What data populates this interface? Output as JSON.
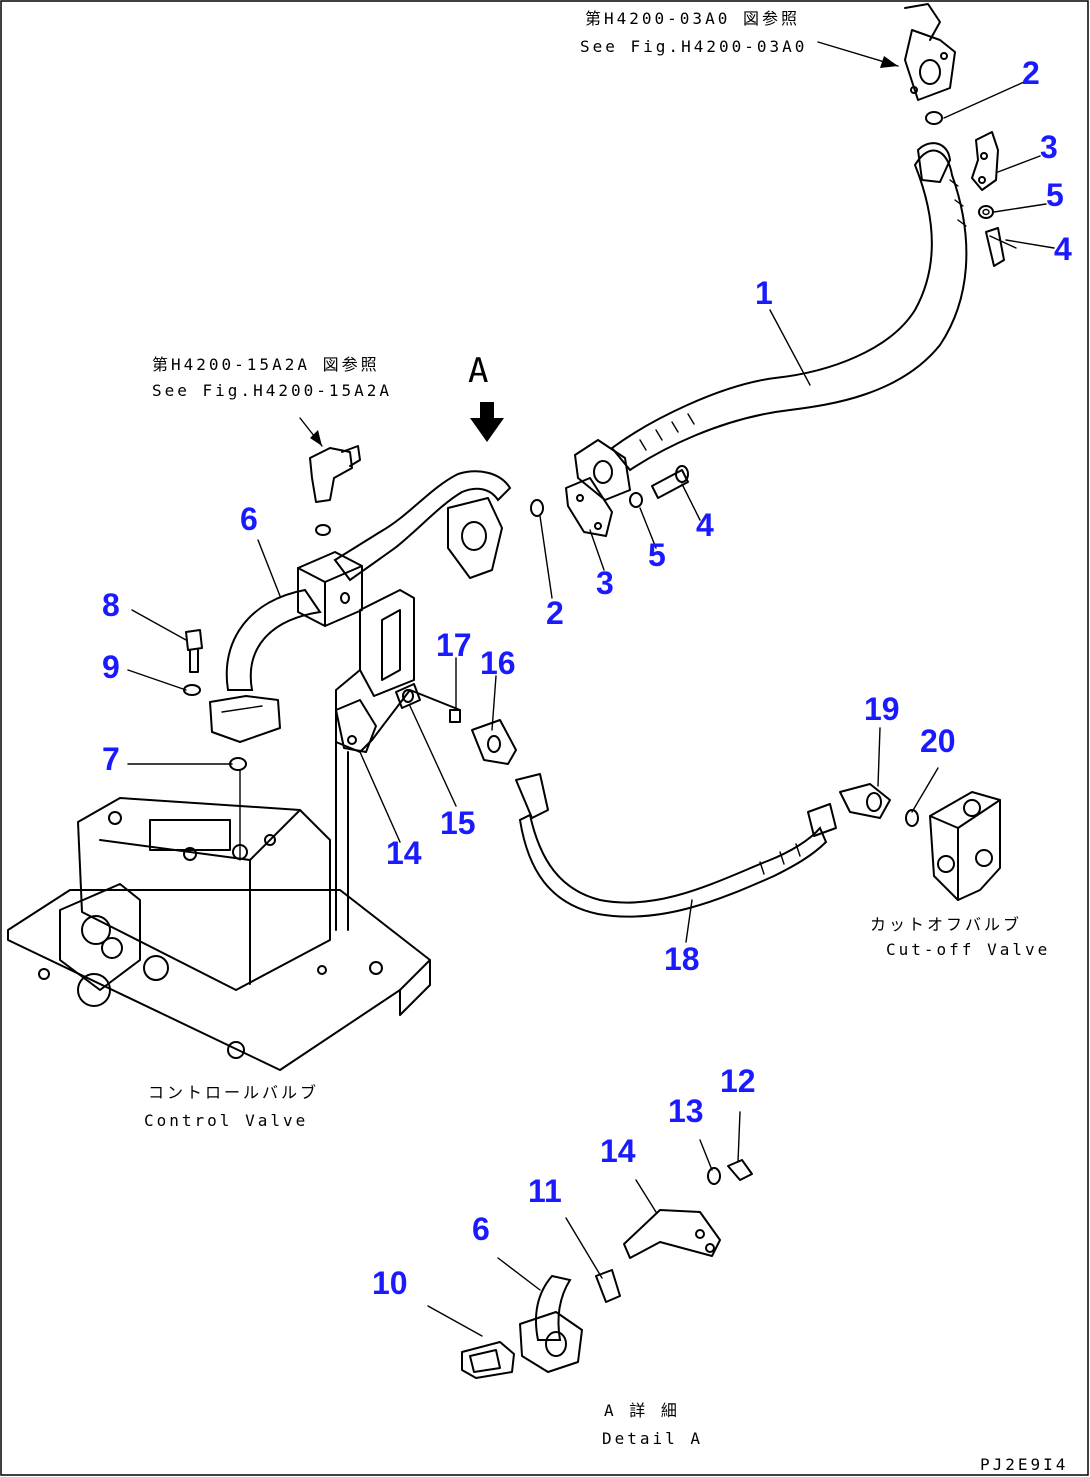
{
  "references": {
    "top_jp": "第H4200-03A0 図参照",
    "top_en": "See Fig.H4200-03A0",
    "left_jp": "第H4200-15A2A 図参照",
    "left_en": "See Fig.H4200-15A2A"
  },
  "view_marker": "A",
  "components": {
    "cutoff_valve_jp": "カットオフバルブ",
    "cutoff_valve_en": "Cut-off Valve",
    "control_valve_jp": "コントロールバルブ",
    "control_valve_en": "Control Valve"
  },
  "detail": {
    "jp": "A 詳 細",
    "en": "Detail A"
  },
  "drawing_code": "PJ2E9I4",
  "callouts": {
    "c1": "1",
    "c2a": "2",
    "c2b": "2",
    "c3a": "3",
    "c3b": "3",
    "c4a": "4",
    "c4b": "4",
    "c5a": "5",
    "c5b": "5",
    "c6a": "6",
    "c6b": "6",
    "c7": "7",
    "c8": "8",
    "c9": "9",
    "c10": "10",
    "c11": "11",
    "c12": "12",
    "c13": "13",
    "c14a": "14",
    "c14b": "14",
    "c15": "15",
    "c16": "16",
    "c17": "17",
    "c18": "18",
    "c19": "19",
    "c20": "20"
  }
}
